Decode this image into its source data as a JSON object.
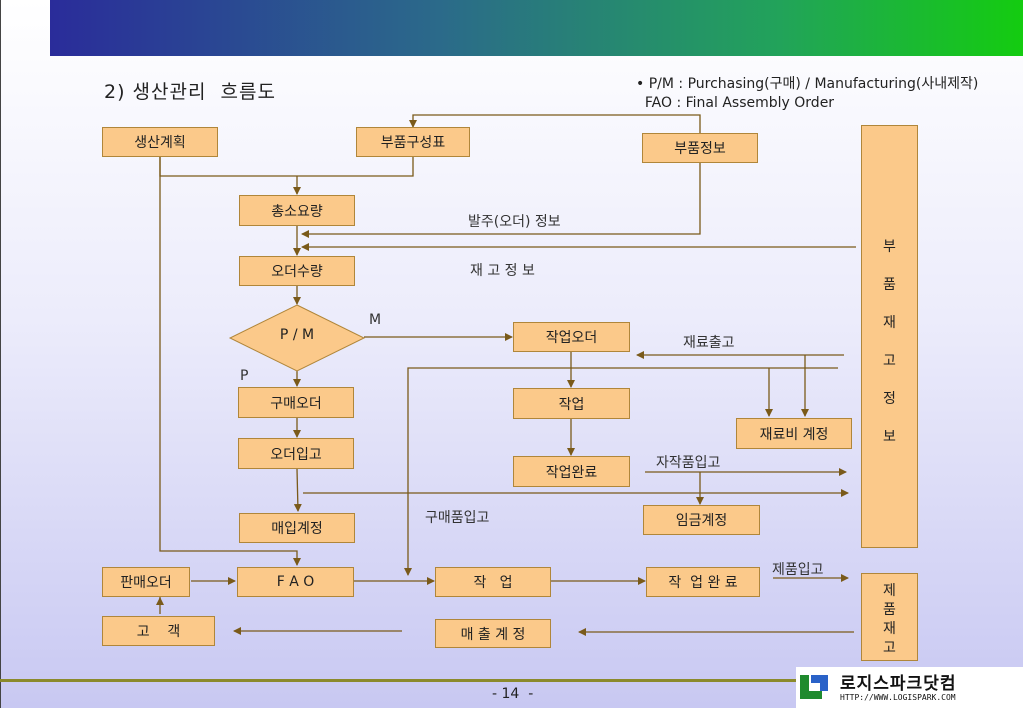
{
  "title": "2) 생산관리  흐름도",
  "notes": [
    "• P/M : Purchasing(구매) / Manufacturing(사내제작)",
    "  FAO : Final Assembly Order"
  ],
  "boxes": {
    "production_plan": "생산계획",
    "bom": "부품구성표",
    "parts_info": "부품정보",
    "gross_req": "총소요량",
    "order_qty": "오더수량",
    "purchase_order": "구매오더",
    "order_receipt": "오더입고",
    "purchase_account": "매입계정",
    "work_order": "작업오더",
    "work": "작업",
    "work_complete": "작업완료",
    "material_cost": "재료비 계정",
    "labor_cost": "임금계정",
    "sales_order": "판매오더",
    "fao": "F A O",
    "work2": "작   업",
    "work_complete2": "작  업 완 료",
    "customer": "고    객",
    "sales_account": "매 출 계 정"
  },
  "diamond": "P / M",
  "parts_inventory": [
    "부",
    "품",
    "재",
    "고",
    "정",
    "보"
  ],
  "product_inventory": [
    "제",
    "품",
    "재",
    "고"
  ],
  "labels": {
    "order_info": "발주(오더) 정보",
    "stock_info": "재 고 정 보",
    "m": "M",
    "p": "P",
    "material_issue": "재료출고",
    "self_made_receipt": "자작품입고",
    "purchased_receipt": "구매품입고",
    "product_receipt": "제품입고"
  },
  "page_number": "- 14  -",
  "logo": {
    "name": "로지스파크닷컴",
    "url": "HTTP://WWW.LOGISPARK.COM"
  }
}
